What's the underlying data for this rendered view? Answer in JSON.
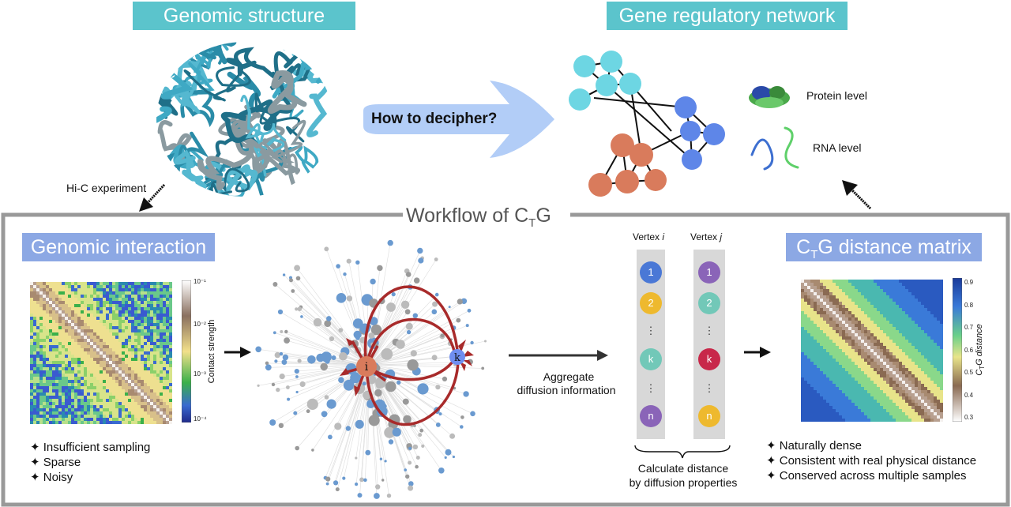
{
  "top": {
    "genomic_structure_title": "Genomic structure",
    "grn_title": "Gene regulatory network",
    "decipher_question": "How to decipher?",
    "hic_label": "Hi-C experiment",
    "protein_label": "Protein level",
    "rna_label": "RNA level"
  },
  "workflow": {
    "title_prefix": "Workflow of C",
    "title_sub": "T",
    "title_suffix": "G"
  },
  "genomic_interaction": {
    "title": "Genomic interaction",
    "colorbar_label": "Contact strength",
    "colorbar_ticks": [
      "10⁻¹",
      "10⁻²",
      "10⁻³",
      "10⁻⁴"
    ],
    "bullets": [
      "Insufficient sampling",
      "Sparse",
      "Noisy"
    ]
  },
  "network": {
    "node_i": "i",
    "node_k": "k"
  },
  "aggregate_label": [
    "Aggregate",
    "diffusion information"
  ],
  "vertices": {
    "vertex_i_label": "Vertex ",
    "vertex_i_var": "i",
    "vertex_j_label": "Vertex ",
    "vertex_j_var": "j",
    "col_i": [
      "1",
      "2",
      "⋮",
      "k",
      "⋮",
      "n"
    ],
    "col_j": [
      "1",
      "2",
      "⋮",
      "k",
      "⋮",
      "n"
    ],
    "col_i_colors": [
      "#4a78d6",
      "#eeb92e",
      "",
      "#72c8b8",
      "",
      "#8a64b8"
    ],
    "col_j_colors": [
      "#8a64b8",
      "#72c8b8",
      "",
      "#c8284a",
      "",
      "#eeb92e"
    ],
    "calc_label": [
      "Calculate distance",
      "by diffusion properties"
    ]
  },
  "ctg_matrix": {
    "title_prefix": "C",
    "title_sub": "T",
    "title_suffix": "G distance matrix",
    "colorbar_label_prefix": "C",
    "colorbar_label_sub": "T",
    "colorbar_label_suffix": "G distance",
    "colorbar_ticks": [
      "0.9",
      "0.8",
      "0.7",
      "0.6",
      "0.5",
      "0.4",
      "0.3"
    ],
    "bullets": [
      "Naturally dense",
      "Consistent with real physical distance",
      "Conserved across multiple samples"
    ]
  },
  "bullet_symbol": "✦",
  "colors": {
    "teal_header": "#5bc4cc",
    "blue_header": "#8ca8e4",
    "cyan_node": "#6dd6e3",
    "blue_node": "#5e86e8",
    "orange_node": "#d97b5c",
    "red_arc": "#a82a2a"
  }
}
